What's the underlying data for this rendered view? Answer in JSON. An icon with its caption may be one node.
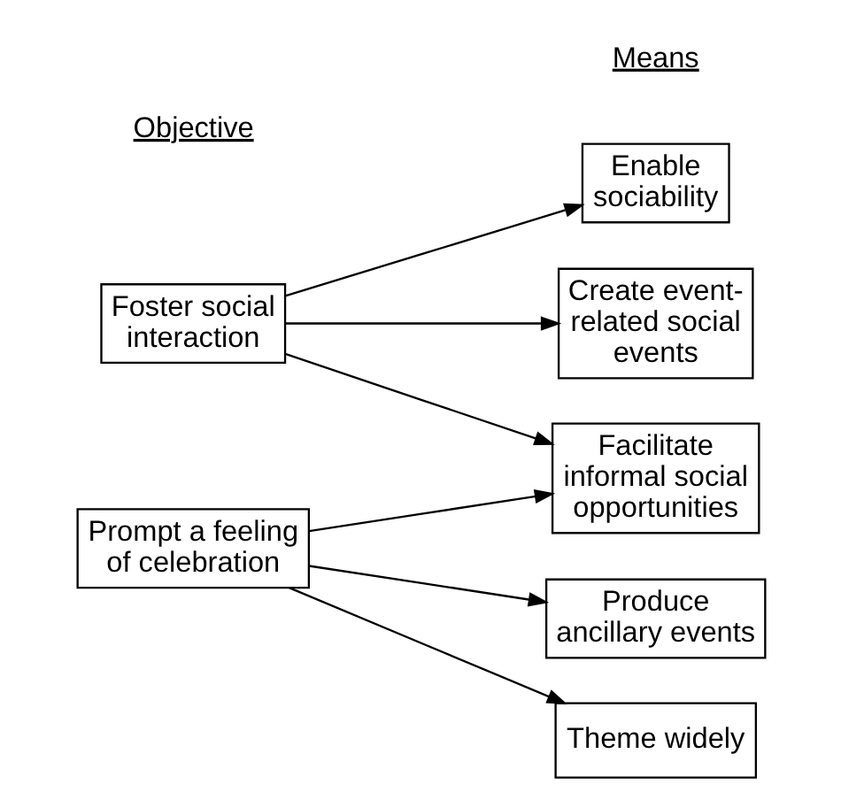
{
  "diagram": {
    "nodes": [
      {
        "text": [
          "Foster social interaction"
        ]
      },
      {
        "text": [
          "Prompt a feeling of celebration"
        ]
      },
      {
        "text": [
          "Enable sociability"
        ]
      },
      {
        "text": [
          "Create event-related social events"
        ]
      },
      {
        "text": [
          "Facilitate informal social opportunities"
        ]
      },
      {
        "text": [
          "Produce ancillary events"
        ]
      },
      {
        "text": [
          "Theme widely"
        ]
      }
    ],
    "edges": [
      {
        "from": 0,
        "to": 2,
        "arrow": "to"
      },
      {
        "from": 0,
        "to": 3,
        "arrow": "to"
      },
      {
        "from": 0,
        "to": 4,
        "arrow": "to"
      },
      {
        "from": 1,
        "to": 4,
        "arrow": "to"
      },
      {
        "from": 1,
        "to": 5,
        "arrow": "to"
      },
      {
        "from": 1,
        "to": 6,
        "arrow": "to"
      }
    ],
    "labels": [
      "Objective",
      "Means"
    ]
  }
}
